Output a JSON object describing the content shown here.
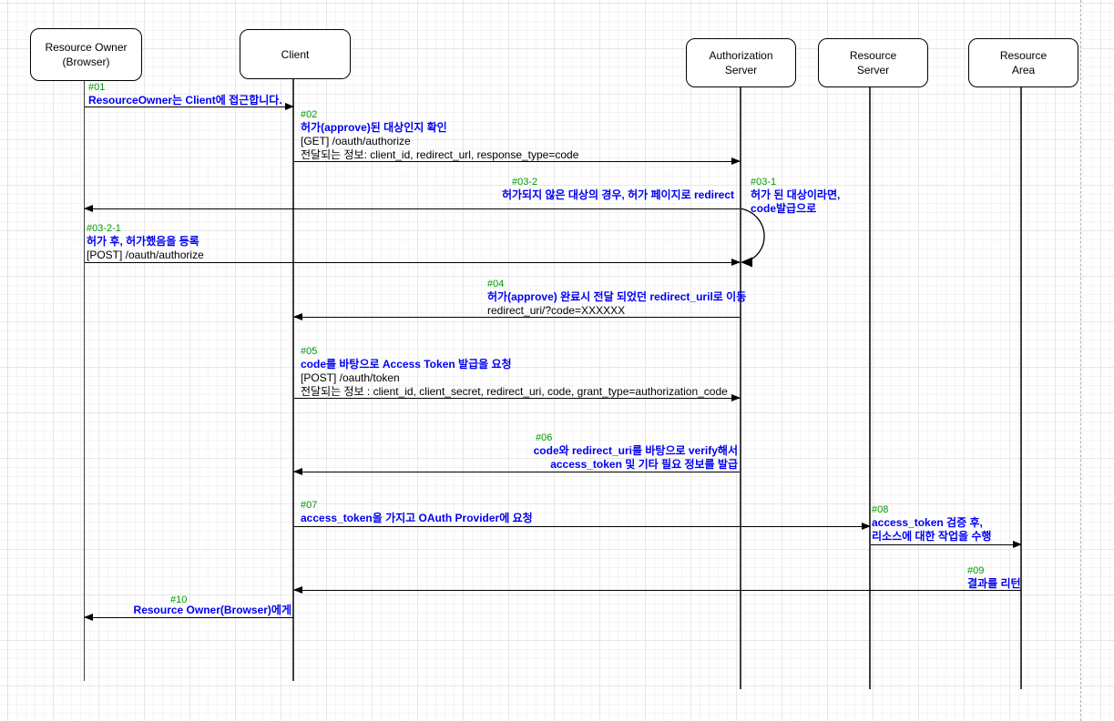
{
  "colors": {
    "label_green": "#009900",
    "message_blue": "#0000f2",
    "plain_black": "#000000",
    "lifeline_gray": "#3f3f3f"
  },
  "actors": [
    {
      "id": "resource-owner",
      "label": "Resource Owner\n(Browser)"
    },
    {
      "id": "client",
      "label": "Client"
    },
    {
      "id": "authorization-server",
      "label": "Authorization\nServer"
    },
    {
      "id": "resource-server",
      "label": "Resource\nServer"
    },
    {
      "id": "resource-area",
      "label": "Resource\nArea"
    }
  ],
  "messages": {
    "m01": {
      "num": "#01",
      "title": "ResourceOwner는 Client에 접근합니다."
    },
    "m02": {
      "num": "#02",
      "title": "허가(approve)된 대상인지 확인",
      "line1": "[GET] /oauth/authorize",
      "line2": "전달되는 정보: client_id, redirect_url, response_type=code"
    },
    "m03_2": {
      "num": "#03-2",
      "title": "허가되지 않은 대상의 경우, 허가 페이지로 redirect"
    },
    "m03_1": {
      "num": "#03-1",
      "title": "허가 된 대상이라면,",
      "title2": "code발급으로"
    },
    "m03_2_1": {
      "num": "#03-2-1",
      "title": "허가 후, 허가했음을 등록",
      "line1": "[POST] /oauth/authorize"
    },
    "m04": {
      "num": "#04",
      "title": "허가(approve) 완료시 전달 되었던 redirect_uril로 이동",
      "line1": "redirect_uri/?code=XXXXXX"
    },
    "m05": {
      "num": "#05",
      "title": "code를 바탕으로 Access Token 발급을 요청",
      "line1": "[POST] /oauth/token",
      "line2": "전달되는 정보 : client_id, client_secret, redirect_uri, code, grant_type=authorization_code"
    },
    "m06": {
      "num": "#06",
      "title": "code와 redirect_uri를 바탕으로 verify해서",
      "title2": "access_token 및 기타 필요 정보를 발급"
    },
    "m07": {
      "num": "#07",
      "title": "access_token을 가지고 OAuth Provider에 요청"
    },
    "m08": {
      "num": "#08",
      "title": "access_token 검증 후,",
      "title2": "리소스에 대한 작업을 수행"
    },
    "m09": {
      "num": "#09",
      "title": "결과를 리턴"
    },
    "m10": {
      "num": "#10",
      "title": "Resource Owner(Browser)에게"
    }
  }
}
